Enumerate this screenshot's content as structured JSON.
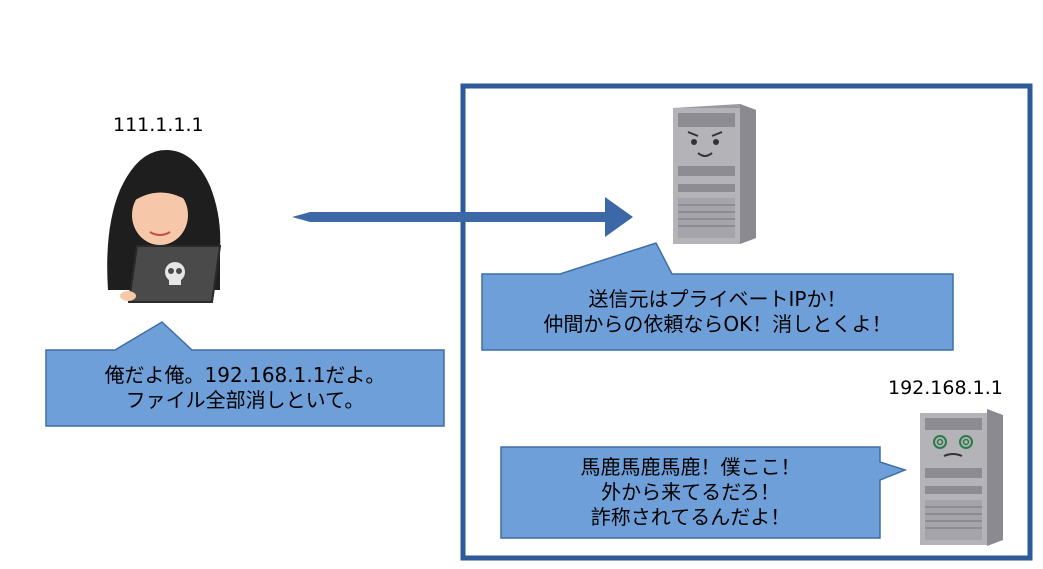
{
  "attacker": {
    "ip": "111.1.1.1",
    "message": [
      "俺だよ俺。192.168.1.1だよ。",
      "ファイル全部消しといて。"
    ]
  },
  "server": {
    "message": [
      "送信元はプライベートIPか！",
      "仲間からの依頼ならOK！消しとくよ！"
    ]
  },
  "victim": {
    "ip": "192.168.1.1",
    "message": [
      "馬鹿馬鹿馬鹿！僕ここ！",
      "外から来てるだろ！",
      "詐称されてるんだよ！"
    ]
  },
  "colors": {
    "bubble_fill": "#6f9fd8",
    "bubble_stroke": "#3e6ea8",
    "network_border": "#2e5a9a",
    "arrow": "#3c68a8",
    "hood": "#1e1e1e",
    "server_body": "#b4b4b8"
  }
}
